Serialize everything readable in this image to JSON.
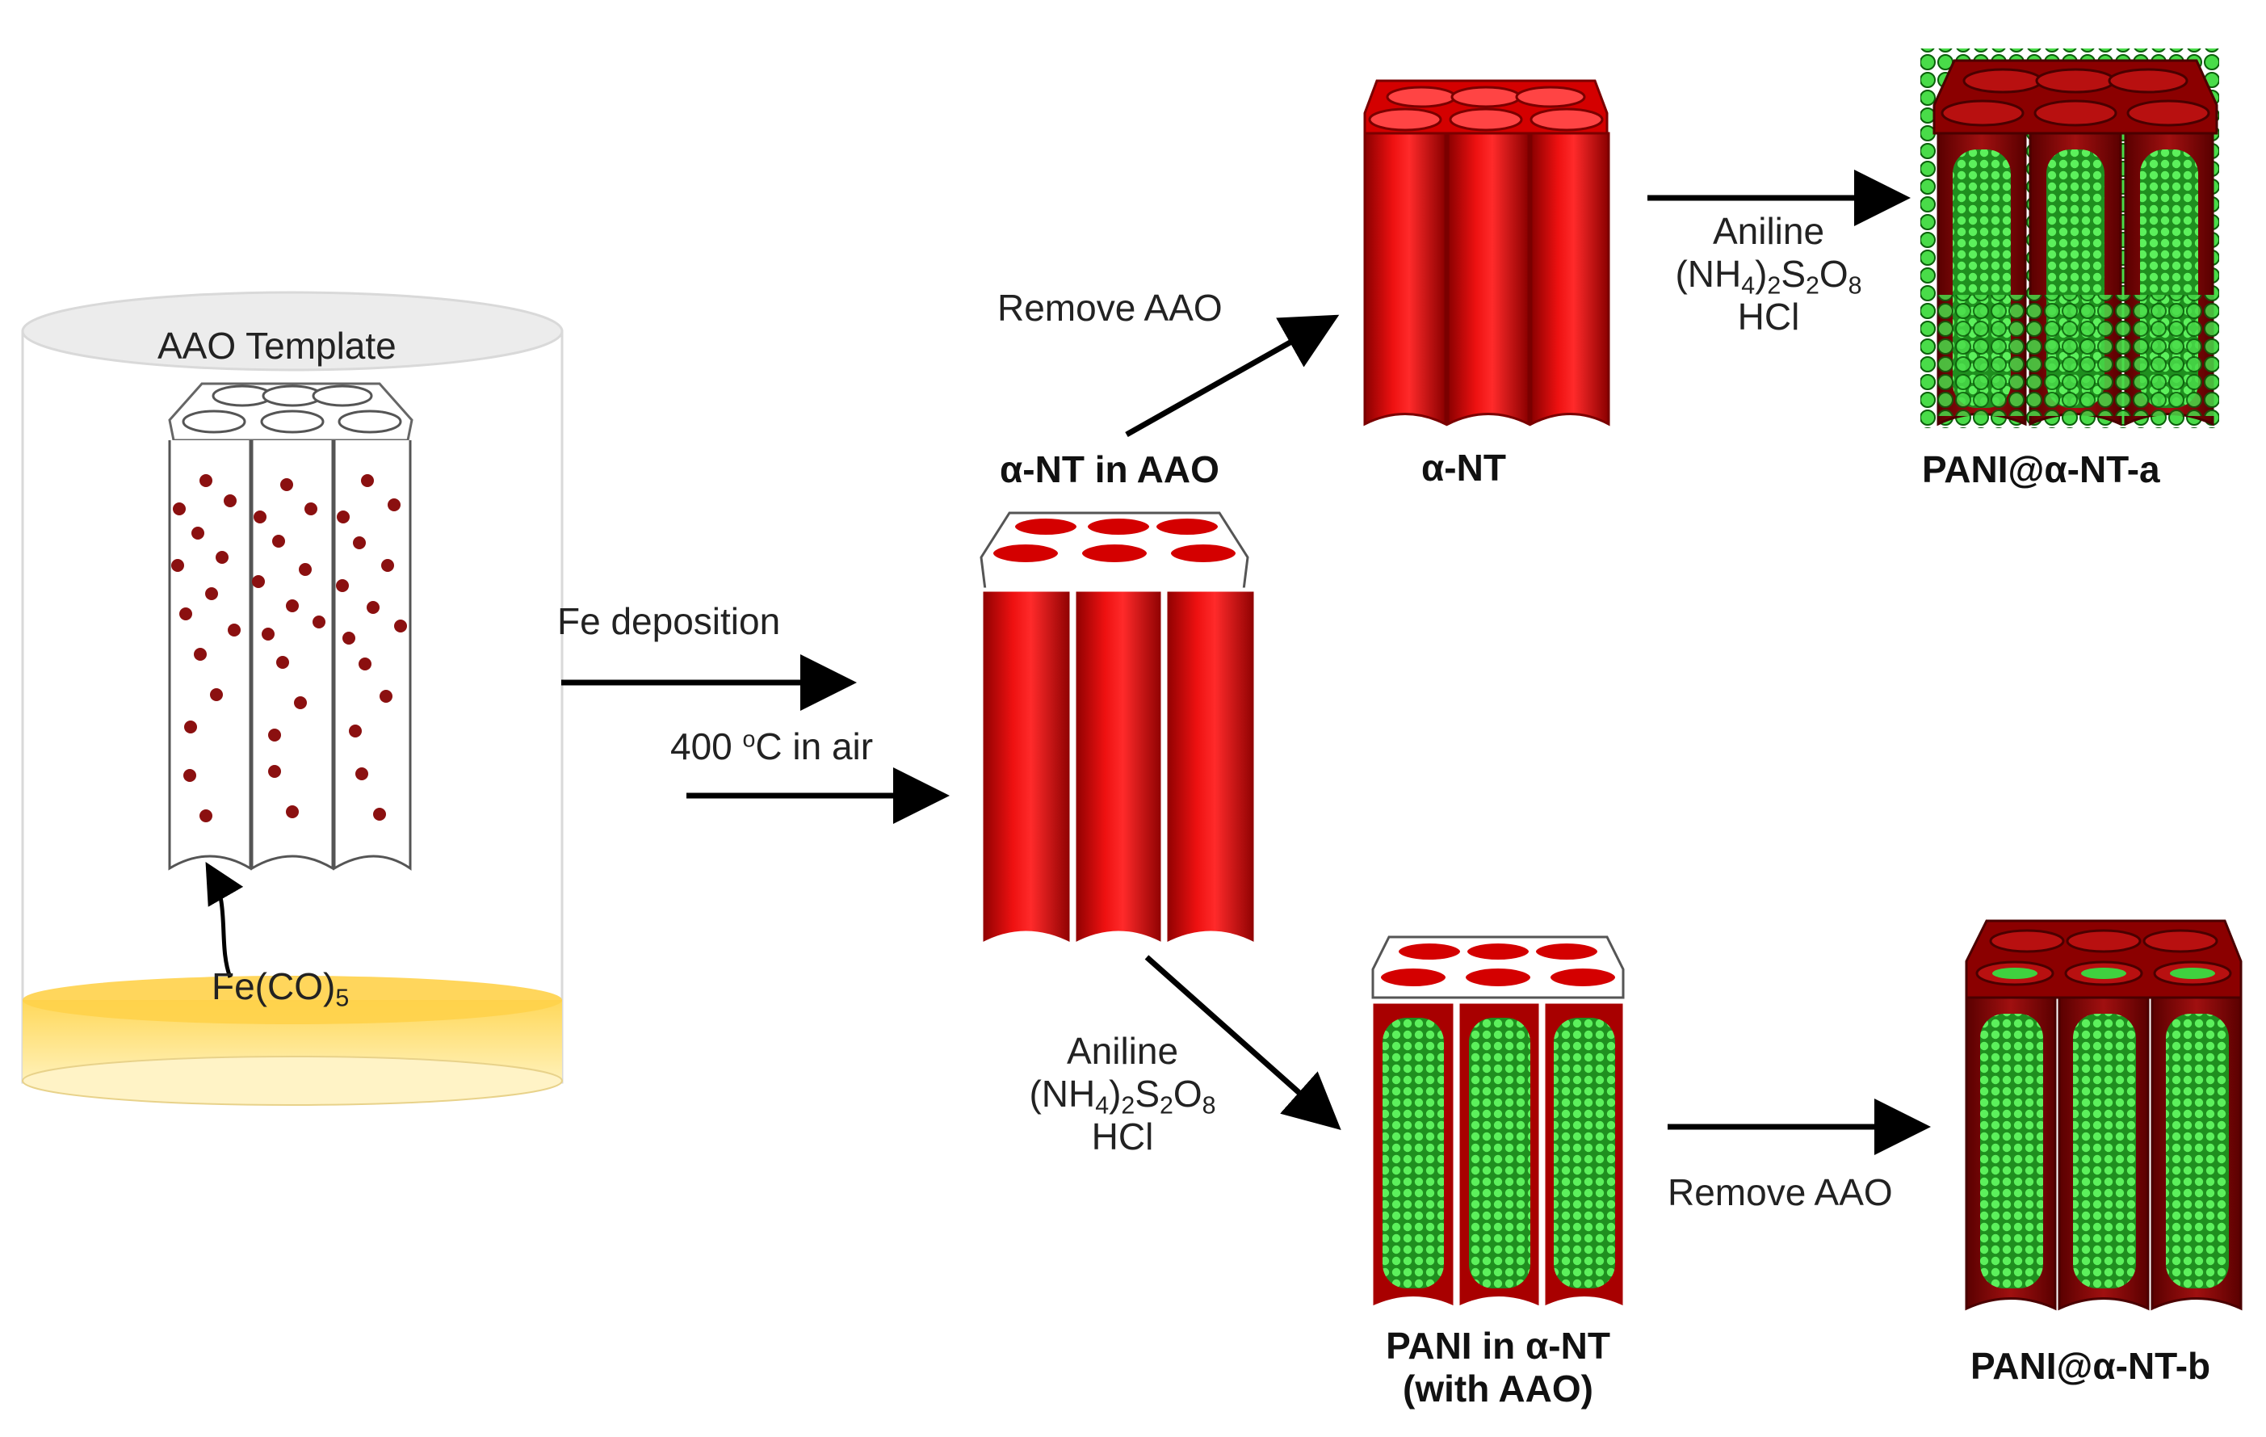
{
  "colors": {
    "tube_red": "#cc0000",
    "tube_red_light": "#ff1a1a",
    "tube_dark": "#7a0000",
    "pani_green": "#3fd13f",
    "pani_green_dark": "#0b5e0b",
    "fe_dot": "#8b1010",
    "solution_yellow": "#fde27a",
    "arrow": "#000000"
  },
  "labels": {
    "aao_template": "AAO Template",
    "fe_co5": {
      "base": "Fe(CO)",
      "sub": "5"
    },
    "fe_deposition": "Fe deposition",
    "anneal": {
      "pre": "400 ",
      "sup": "o",
      "post": "C in air"
    },
    "remove_aao_top": "Remove AAO",
    "alpha_nt_in_aao": "α-NT in AAO",
    "alpha_nt": "α-NT",
    "pani_alpha_nt_a": "PANI@α-NT-a",
    "reagents_top": {
      "aniline": "Aniline",
      "nh4": "(NH",
      "sub4": "4",
      "close": ")",
      "sub2": "2",
      "s": "S",
      "sub2b": "2",
      "o": "O",
      "sub8": "8",
      "hcl": "HCl"
    },
    "reagents_bottom": {
      "aniline": "Aniline",
      "nh4": "(NH",
      "sub4": "4",
      "close": ")",
      "sub2": "2",
      "s": "S",
      "sub2b": "2",
      "o": "O",
      "sub8": "8",
      "hcl": "HCl"
    },
    "pani_in_alpha_nt_line1": "PANI in α-NT",
    "pani_in_alpha_nt_line2": "(with AAO)",
    "remove_aao_bottom": "Remove AAO",
    "pani_alpha_nt_b": "PANI@α-NT-b"
  },
  "icons": [
    "beaker-icon",
    "aao-template-icon",
    "nanotube-bundle-icon",
    "pani-coated-bundle-icon",
    "arrow-icon"
  ]
}
